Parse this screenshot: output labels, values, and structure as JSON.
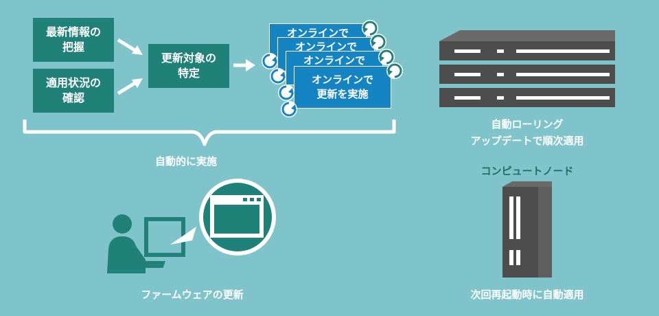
{
  "left": {
    "box_latest_info": [
      "最新情報の",
      "把握"
    ],
    "box_status_check": [
      "適用状況の",
      "確認"
    ],
    "box_identify_target": [
      "更新対象の",
      "特定"
    ],
    "card_label": [
      "オンラインで",
      "更新を実施"
    ],
    "bracket_caption": "自動的に実施",
    "firmware_caption": "ファームウェアの更新"
  },
  "right": {
    "rack_caption_line1": "自動ローリング",
    "rack_caption_line2": "アップデートで順次適用",
    "node_heading": "コンピュートノード",
    "node_caption": "次回再起動時に自動適用"
  },
  "colors": {
    "background": "#7fc4cb",
    "teal_box": "#1f8178",
    "card_blue": "#1584c3",
    "dark_gray": "#4d4d4d",
    "node_heading": "#1f6f69"
  }
}
